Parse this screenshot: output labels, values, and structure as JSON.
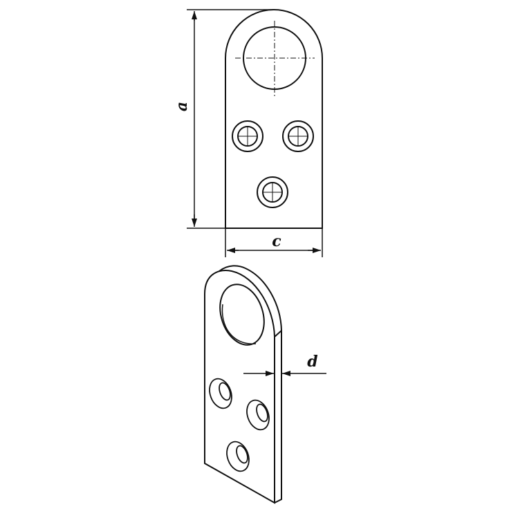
{
  "drawing": {
    "dimension_labels": {
      "height": "a",
      "width": "c",
      "thickness": "d"
    },
    "line_color": "#111111"
  }
}
